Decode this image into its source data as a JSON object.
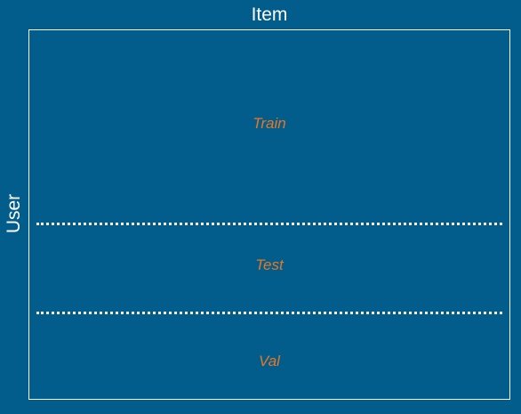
{
  "axes": {
    "top_label": "Item",
    "left_label": "User"
  },
  "splits": [
    {
      "label": "Train"
    },
    {
      "label": "Test"
    },
    {
      "label": "Val"
    }
  ],
  "colors": {
    "background": "#025D8C",
    "frame": "#FFFFFF",
    "split_label": "#E87722"
  }
}
